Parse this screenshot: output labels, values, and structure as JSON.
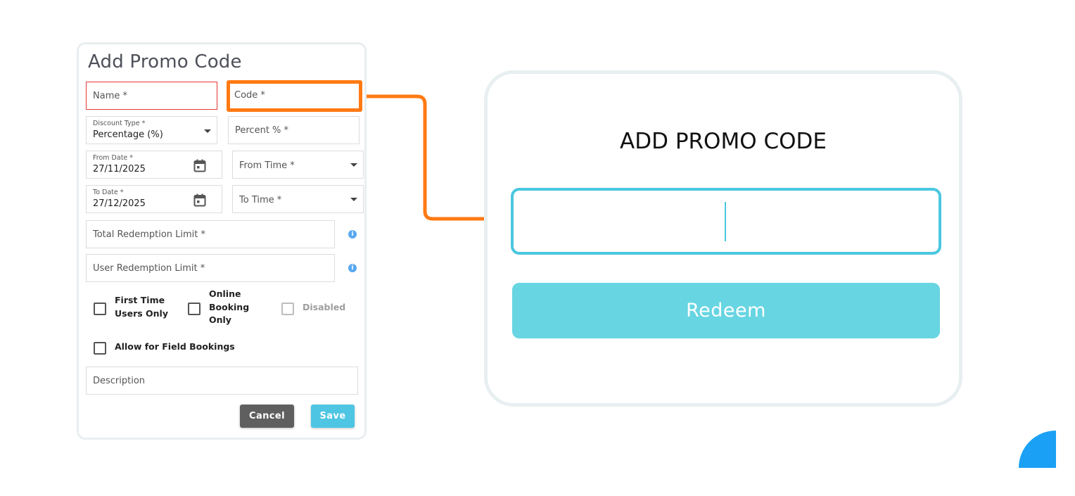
{
  "form": {
    "title": "Add Promo Code",
    "name_placeholder": "Name *",
    "code_placeholder": "Code *",
    "discount_type_label": "Discount Type *",
    "discount_type_value": "Percentage (%)",
    "percent_placeholder": "Percent % *",
    "from_date_label": "From Date *",
    "from_date_value": "27/11/2025",
    "from_time_placeholder": "From Time *",
    "to_date_label": "To Date *",
    "to_date_value": "27/12/2025",
    "to_time_placeholder": "To Time *",
    "total_redemption_placeholder": "Total Redemption Limit *",
    "user_redemption_placeholder": "User Redemption Limit *",
    "checkboxes": {
      "first_time_line1": "First Time",
      "first_time_line2": "Users Only",
      "online_line1": "Online",
      "online_line2": "Booking",
      "online_line3": "Only",
      "disabled": "Disabled",
      "field_bookings": "Allow for Field Bookings"
    },
    "description_placeholder": "Description",
    "cancel_label": "Cancel",
    "save_label": "Save"
  },
  "redeem": {
    "title": "ADD PROMO CODE",
    "button_label": "Redeem"
  },
  "colors": {
    "callout": "#ff7a14",
    "accent": "#4ac7e0",
    "redeem_button": "#67d5e2",
    "error_border": "#e53935",
    "corner_shape": "#1aa1f5"
  },
  "icons": [
    "calendar-icon",
    "dropdown-caret-icon",
    "info-icon"
  ]
}
